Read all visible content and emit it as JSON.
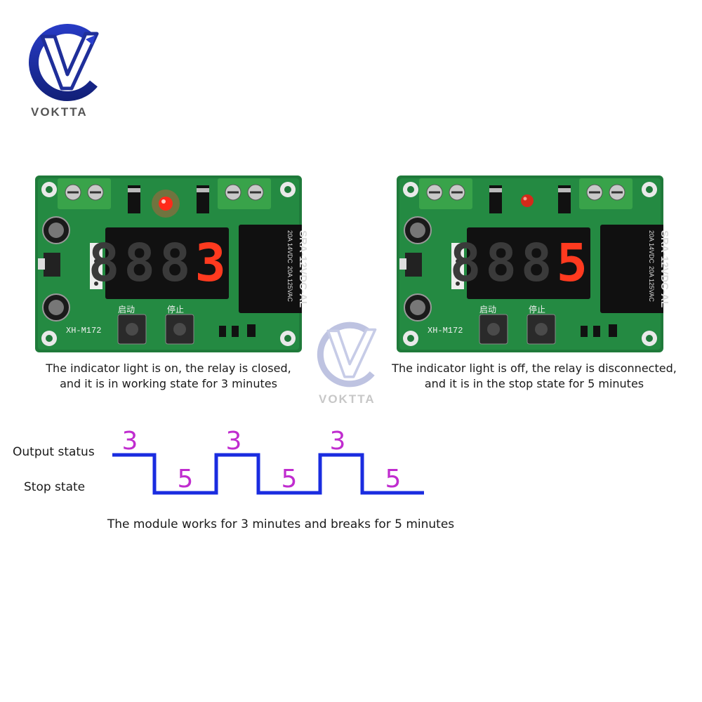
{
  "brand": {
    "name": "VOKTTA",
    "colors": {
      "primary": "#1f2f9a",
      "accent": "#2a3fcf"
    }
  },
  "boards": [
    {
      "model": "XH-M172",
      "display_digit": "3",
      "start_label": "启动",
      "stop_label": "停止",
      "relay_text": [
        "SRA-12VDC-AL",
        "20A 14VDC",
        "20A 125VAC"
      ],
      "led_on": true,
      "caption": [
        "The indicator light is on, the relay is closed,",
        "and it is in working state for 3 minutes"
      ]
    },
    {
      "model": "XH-M172",
      "display_digit": "5",
      "start_label": "启动",
      "stop_label": "停止",
      "relay_text": [
        "SRA-12VDC-AL",
        "20A 14VDC",
        "20A 125VAC"
      ],
      "led_on": false,
      "caption": [
        "The indicator light is off, the relay is disconnected,",
        "and it is in the stop state for 5 minutes"
      ]
    }
  ],
  "timing": {
    "output_label": "Output status",
    "stop_label": "Stop state",
    "high_value": "3",
    "low_value": "5",
    "cycles": 3,
    "line_color": "#1a2ce0",
    "number_color": "#c02ccf",
    "caption": "The module works for 3 minutes and breaks for 5 minutes"
  }
}
